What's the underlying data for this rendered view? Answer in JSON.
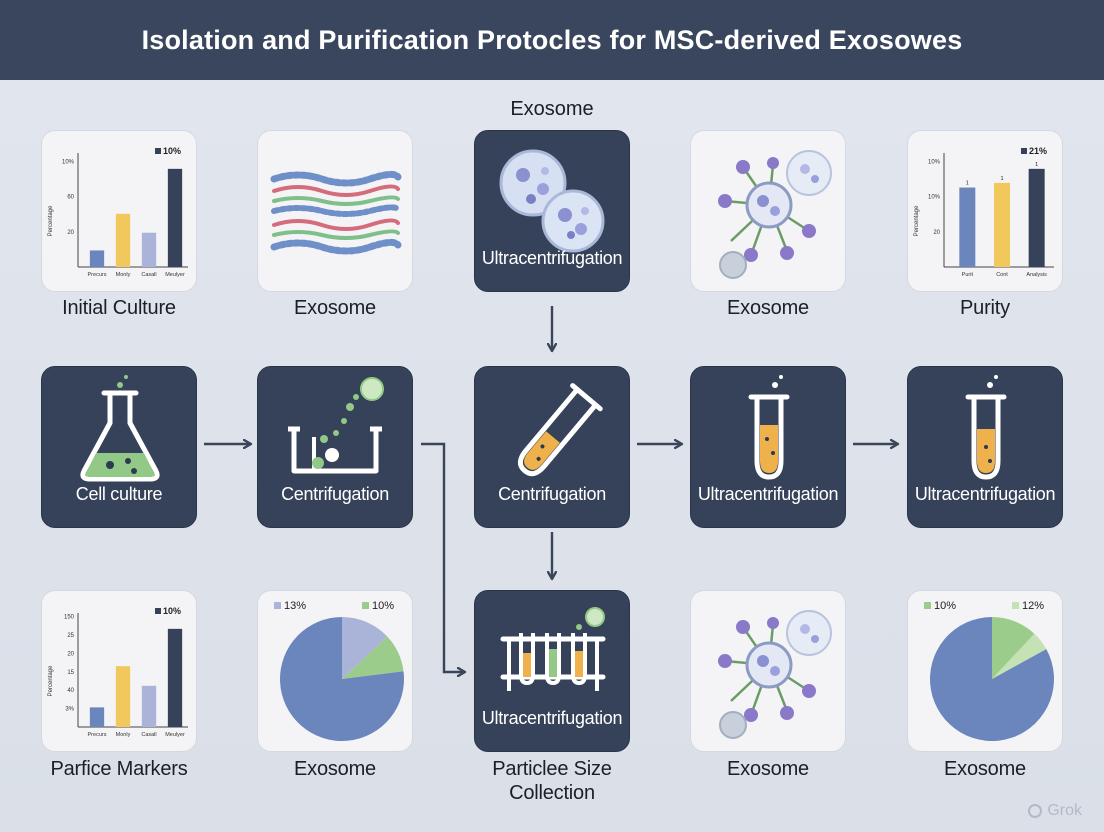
{
  "header": {
    "title": "Isolation and Purification Protocles for MSC-derived Exosowes"
  },
  "top_label": "Exosome",
  "row1": {
    "captions": [
      "Initial Culture",
      "Exosome",
      "Exosome",
      "Purity"
    ],
    "card3_label": "Ultracentrifugation"
  },
  "row2": {
    "labels": [
      "Cell culture",
      "Centrifugation",
      "Centrifugation",
      "Ultracentrifugation",
      "Ultracentrifugation"
    ]
  },
  "row3": {
    "captions": [
      "Parfice Markers",
      "Exosome",
      "Particlee Size Collection",
      "Exosome",
      "Exosome"
    ],
    "card3_label": "Ultracentrifugation"
  },
  "watermark": "Grok",
  "colors": {
    "navy": "#364259",
    "blue": "#6a86bd",
    "yellow": "#f0c85c",
    "lavender": "#aab3d8",
    "green": "#9ccc8c",
    "orange": "#eeb14c"
  },
  "chart_data": [
    {
      "type": "bar",
      "title": "",
      "ylabel": "Percentage",
      "yticks": [
        "20",
        "60",
        "10%"
      ],
      "categories": [
        "Precurs",
        "Monly",
        "Casall",
        "Meulyer"
      ],
      "values": [
        14,
        45,
        29,
        83
      ],
      "legend": "10%",
      "colors": [
        "#6a86bd",
        "#f0c85c",
        "#aab3d8",
        "#364259"
      ]
    },
    {
      "type": "bar",
      "title": "",
      "ylabel": "Percentage",
      "yticks": [
        "20",
        "10%",
        "10%"
      ],
      "categories": [
        "Purit",
        "Cont",
        "Analysis"
      ],
      "values": [
        68,
        72,
        84
      ],
      "data_labels": [
        "1",
        "1",
        "1"
      ],
      "legend": "21%",
      "colors": [
        "#6a86bd",
        "#f0c85c",
        "#364259"
      ]
    },
    {
      "type": "bar",
      "title": "",
      "ylabel": "Percentage",
      "yticks": [
        "3%",
        "40",
        "15",
        "20",
        "25",
        "150"
      ],
      "categories": [
        "Precurs",
        "Monly",
        "Casall",
        "Meulyer"
      ],
      "values": [
        20,
        62,
        42,
        100
      ],
      "legend": "10%",
      "colors": [
        "#6a86bd",
        "#f0c85c",
        "#aab3d8",
        "#364259"
      ]
    },
    {
      "type": "pie",
      "labels": [
        "13%",
        "10%"
      ],
      "values": [
        13,
        10,
        77
      ],
      "colors": [
        "#aab3d8",
        "#9ccc8c",
        "#6a86bd"
      ]
    },
    {
      "type": "pie",
      "labels": [
        "10%",
        "12%"
      ],
      "values": [
        12,
        5,
        83
      ],
      "colors": [
        "#9ccc8c",
        "#c4e2b4",
        "#6a86bd"
      ]
    }
  ]
}
